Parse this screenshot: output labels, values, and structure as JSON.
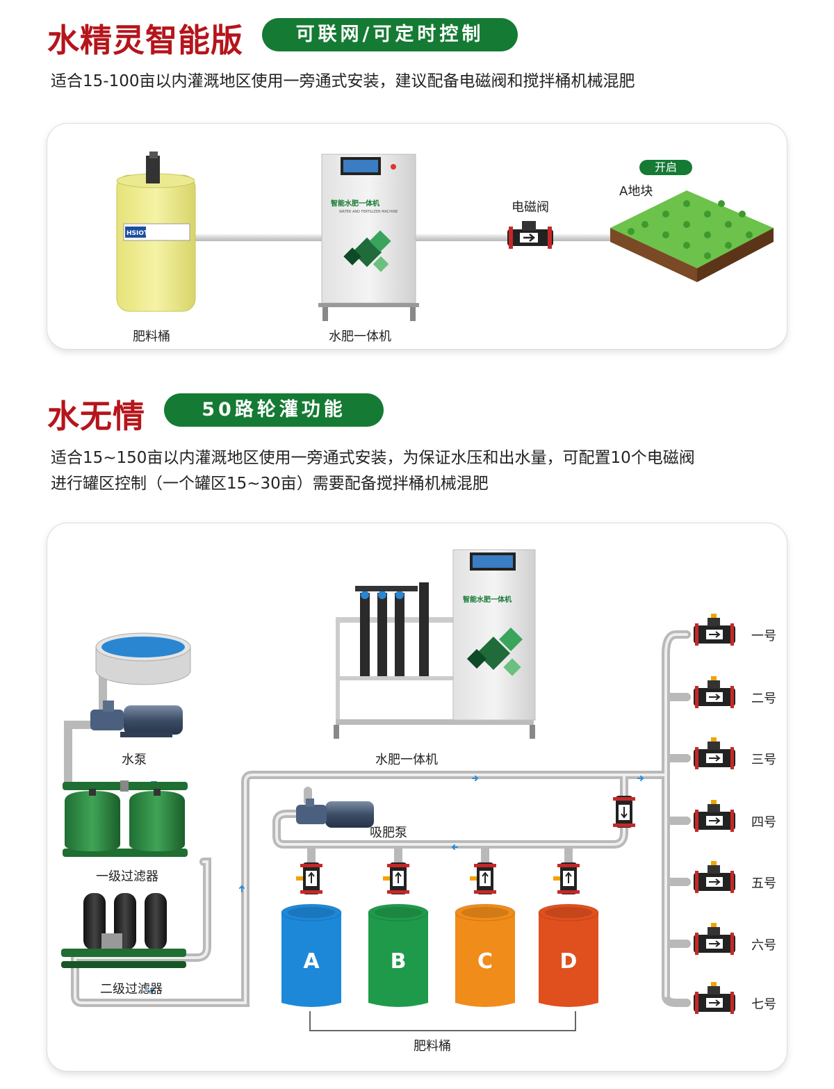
{
  "section1": {
    "title": "水精灵智能版",
    "badge": "可联网/可定时控制",
    "description": "适合15-100亩以内灌溉地区使用一旁通式安装，建议配备电磁阀和搅拌桶机械混肥",
    "labels": {
      "tank": "肥料桶",
      "machine": "水肥一体机",
      "valve": "电磁阀",
      "field": "A地块",
      "open": "开启"
    },
    "tank_logo": "HSIOT",
    "machine_brand": "智能水肥一体机",
    "machine_brand_en": "WATER AND FERTILIZER MACHINE"
  },
  "section2": {
    "title": "水无情",
    "badge": "50路轮灌功能",
    "description_line1": "适合15~150亩以内灌溉地区使用一旁通式安装，为保证水压和出水量，可配置10个电磁阀",
    "description_line2": "进行罐区控制（一个罐区15~30亩）需要配备搅拌桶机械混肥",
    "labels": {
      "pump": "水泵",
      "machine": "水肥一体机",
      "suction_pump": "吸肥泵",
      "filter1": "一级过滤器",
      "filter2": "二级过滤器",
      "tanks": "肥料桶"
    },
    "machine_brand": "智能水肥一体机",
    "tanks": [
      {
        "letter": "A",
        "color": "#1e88d8"
      },
      {
        "letter": "B",
        "color": "#1f9a4a"
      },
      {
        "letter": "C",
        "color": "#f08c1a"
      },
      {
        "letter": "D",
        "color": "#e0501e"
      }
    ],
    "zones": [
      "一号",
      "二号",
      "三号",
      "四号",
      "五号",
      "六号",
      "七号"
    ]
  }
}
